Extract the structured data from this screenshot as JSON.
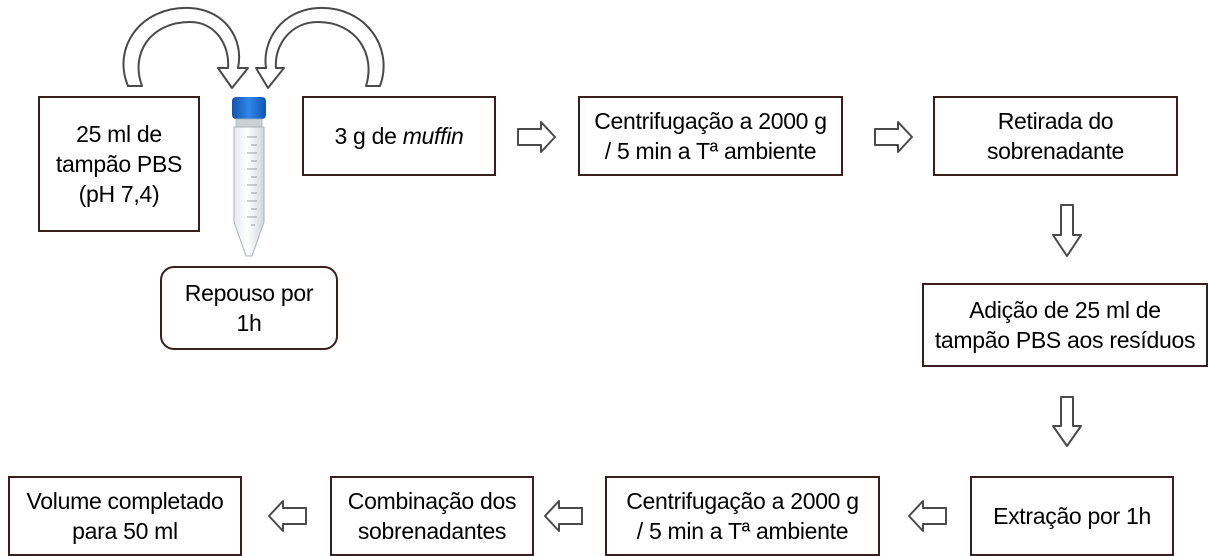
{
  "nodes": {
    "pbs": {
      "lines": [
        "25 ml de",
        "tampão PBS",
        "(pH 7,4)"
      ]
    },
    "muffin": {
      "prefix": "3 g de ",
      "italic": "muffin"
    },
    "centrif1": {
      "lines": [
        "Centrifugação a 2000 g",
        "/ 5 min a Tª ambiente"
      ]
    },
    "retirada": {
      "lines": [
        "Retirada do",
        "sobrenadante"
      ]
    },
    "repouso": {
      "lines": [
        "Repouso por",
        "1h"
      ]
    },
    "adicao": {
      "lines": [
        "Adição de 25 ml de",
        "tampão PBS aos resíduos"
      ]
    },
    "extracao": {
      "lines": [
        "Extração por 1h"
      ]
    },
    "centrif2": {
      "lines": [
        "Centrifugação a 2000 g",
        "/ 5 min a Tª ambiente"
      ]
    },
    "combinacao": {
      "lines": [
        "Combinação dos",
        "sobrenadantes"
      ]
    },
    "volume": {
      "lines": [
        "Volume completado",
        "para 50 ml"
      ]
    }
  },
  "colors": {
    "box_border": "#3a1f1c",
    "arrow_stroke": "#4a4a4a",
    "tube_cap": "#1e6fd0"
  }
}
